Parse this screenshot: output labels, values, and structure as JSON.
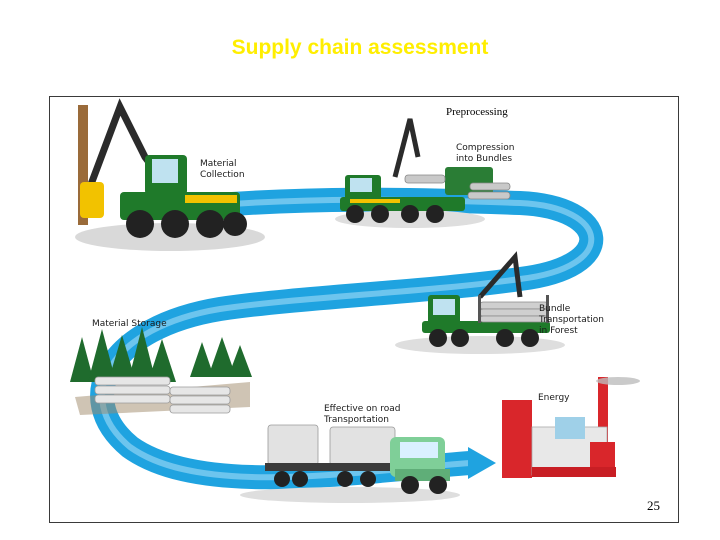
{
  "slide": {
    "title": "Supply chain assessment",
    "page_number": "25"
  },
  "diagram": {
    "top_label": "Preprocessing",
    "steps": {
      "collection": "Material\nCollection",
      "compression": "Compression\ninto Bundles",
      "bundle_transport": "Bundle\nTransportation\nin Forest",
      "storage": "Material Storage",
      "road_transport": "Effective on road\nTransportation",
      "energy": "Energy"
    }
  },
  "colors": {
    "title": "#ffee00",
    "flow": "#1fa3e0",
    "machine_green": "#1f7a2a",
    "machine_yellow": "#f2c200",
    "plant_red": "#d9262b"
  }
}
